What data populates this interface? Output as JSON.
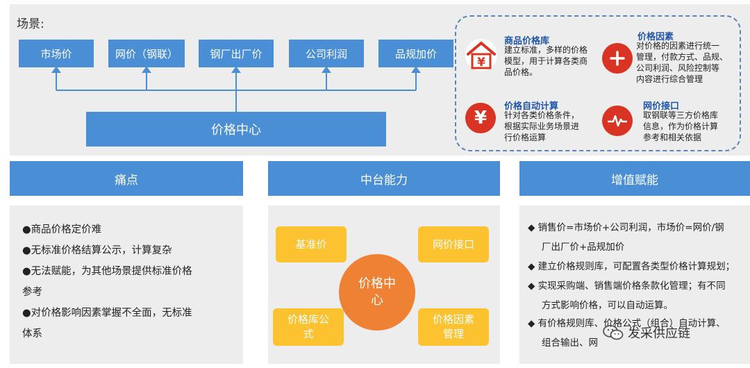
{
  "top": {
    "scene_label": "场景:",
    "scenes": [
      "市场价",
      "网价（钢联）",
      "钢厂出厂价",
      "公司利润",
      "品规加价"
    ],
    "center": "价格中心"
  },
  "features": [
    {
      "icon": "yuan-roof-icon",
      "title": "商品价格库",
      "desc": [
        "建立标准，多样的价格",
        "模型，用于计算各类商",
        "品价格。"
      ]
    },
    {
      "icon": "plus-icon",
      "title": "价格因素",
      "desc": [
        "对价格的因素进行统一",
        "管理，付款方式、品规、",
        "公司利润、风险控制等",
        "内容进行综合管理"
      ]
    },
    {
      "icon": "yen-icon",
      "title": "价格自动计算",
      "desc": [
        "针对各类价格条件，",
        "根据实际业务场景进",
        "行价格运算"
      ]
    },
    {
      "icon": "pulse-icon",
      "title": "网价接口",
      "desc": [
        "取钢联等三方价格库",
        "信息，作为价格计算",
        "参考和相关依据"
      ]
    }
  ],
  "sections": {
    "pain": {
      "title": "痛点",
      "items": [
        [
          "●商品价格定价难"
        ],
        [
          "●无标准价格结算公示，计算复杂"
        ],
        [
          "●无法赋能，为其他场景提供标准价格",
          "参考"
        ],
        [
          "●对价格影响因素掌握不全面，无标准",
          "体系"
        ]
      ]
    },
    "capability": {
      "title": "中台能力",
      "center": [
        "价格中",
        "心"
      ],
      "boxes": [
        [
          "基准价"
        ],
        [
          "网价接口"
        ],
        [
          "价格库公",
          "式"
        ],
        [
          "价格因素",
          "管理"
        ]
      ]
    },
    "value": {
      "title": "增值赋能",
      "items": [
        [
          "◆   销售价=市场价+公司利润，市场价=网价/钢",
          "厂出厂价+品规加价"
        ],
        [
          "◆   建立价格规则库，可配置各类型价格计算规划；"
        ],
        [
          "◆   实现采购端、销售端价格条款化管理；有不同",
          "方式影响价格，可以自动运算。"
        ],
        [
          "◆   有价格规则库、价格公式（组合）自动计算、",
          "组合输出、网"
        ]
      ]
    }
  },
  "watermark": "发采供应链",
  "colors": {
    "blue": "#4a8fd6",
    "red": "#d93324",
    "yellow": "#fcc22f",
    "orange": "#ee8133",
    "panel": "#ededed",
    "title_blue": "#1f56a8"
  }
}
